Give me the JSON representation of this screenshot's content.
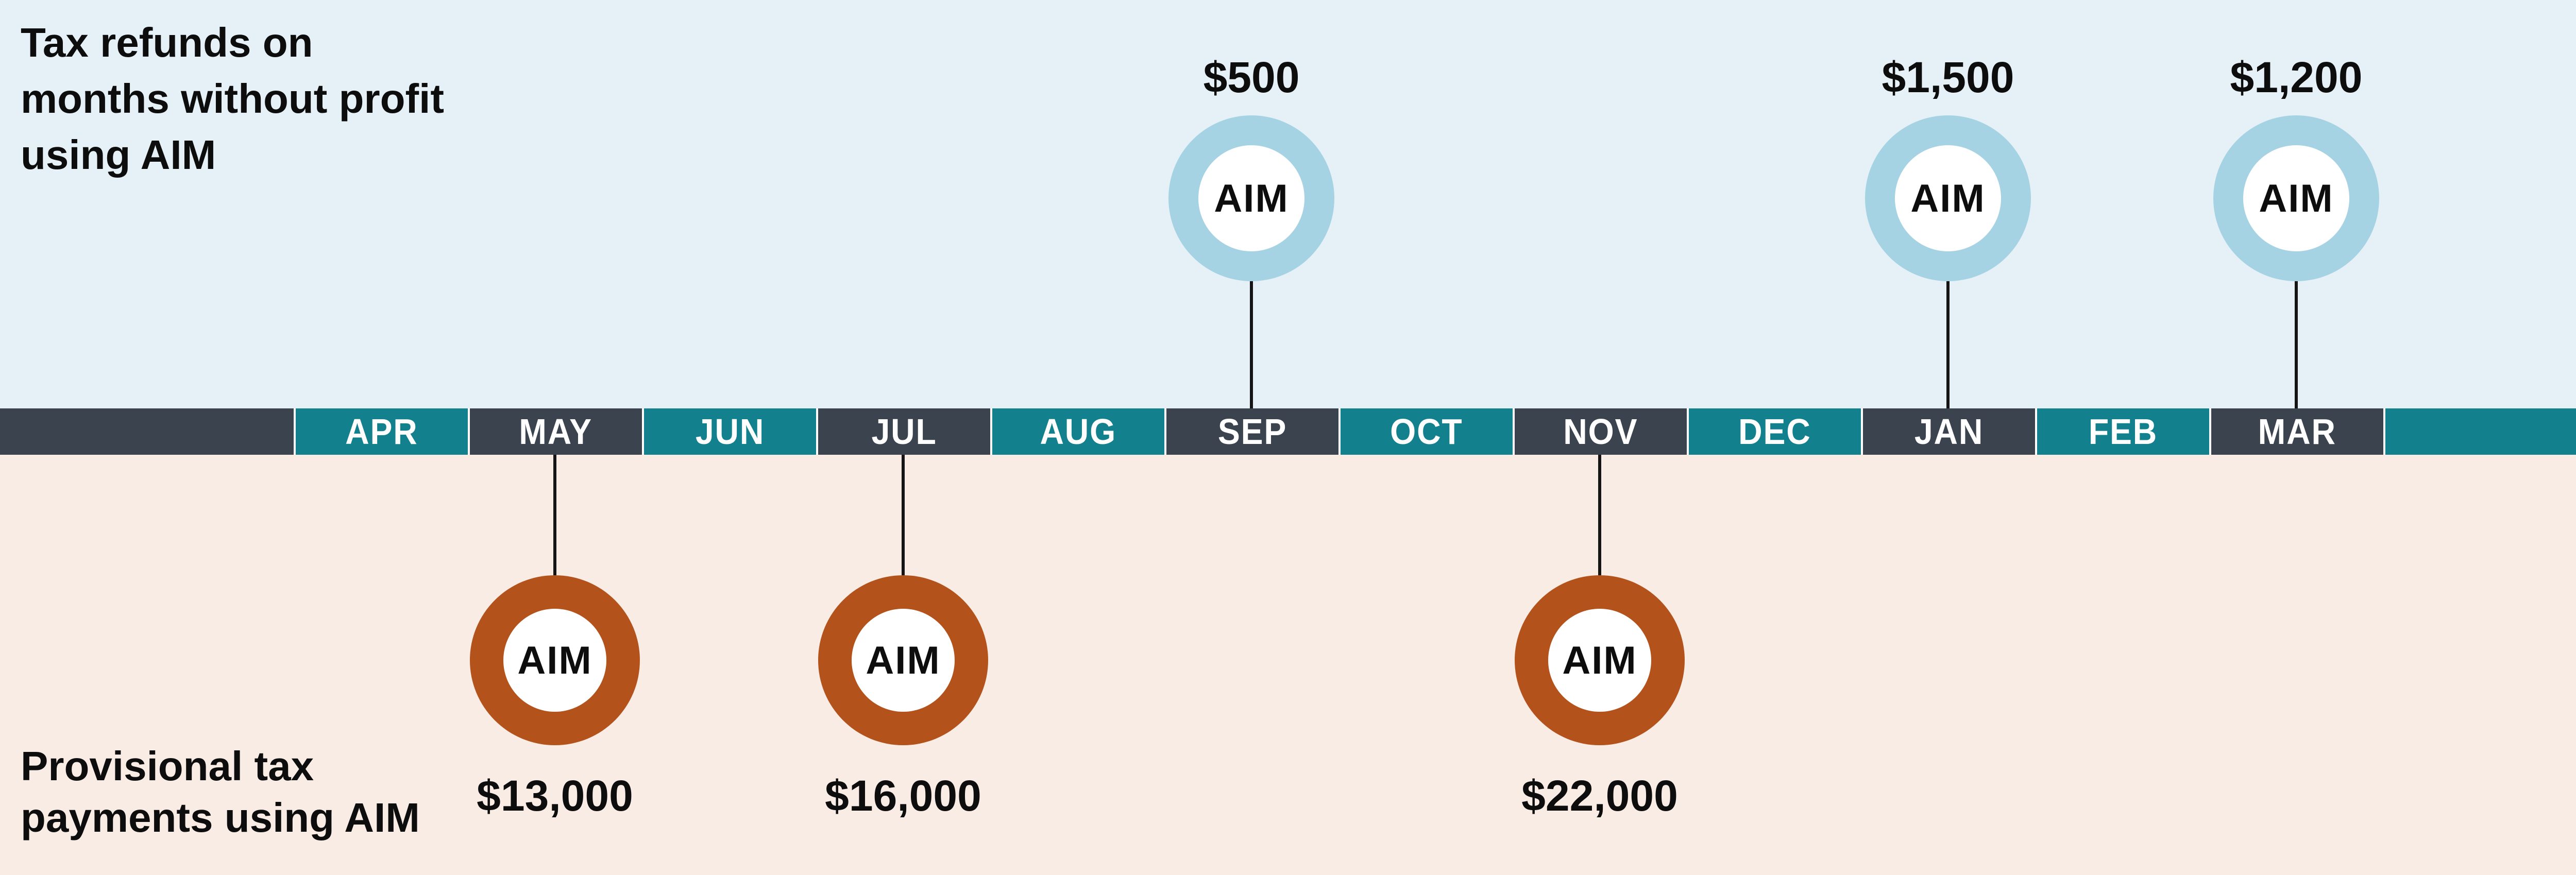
{
  "sections": {
    "refunds": {
      "title_lines": [
        "Tax refunds on",
        "months without profit",
        "using AIM"
      ]
    },
    "payments": {
      "title_lines": [
        "Provisional tax",
        "payments using AIM"
      ]
    }
  },
  "timeline": {
    "months": [
      "APR",
      "MAY",
      "JUN",
      "JUL",
      "AUG",
      "SEP",
      "OCT",
      "NOV",
      "DEC",
      "JAN",
      "FEB",
      "MAR"
    ]
  },
  "badge": "AIM",
  "refunds": [
    {
      "month": "SEP",
      "amount": "$500"
    },
    {
      "month": "JAN",
      "amount": "$1,500"
    },
    {
      "month": "MAR",
      "amount": "$1,200"
    }
  ],
  "payments": [
    {
      "month": "MAY",
      "amount": "$13,000"
    },
    {
      "month": "JUL",
      "amount": "$16,000"
    },
    {
      "month": "NOV",
      "amount": "$22,000"
    }
  ],
  "colors": {
    "teal": "#12808d",
    "slate": "#3a434e",
    "top_bg": "#e5f1f6",
    "bottom_bg": "#f8ece5",
    "refund_ring": "#a6d3e3",
    "payment_ring": "#b4521c",
    "stem": "#151515",
    "text": "#0d0d0d",
    "month_text": "#ffffff"
  }
}
